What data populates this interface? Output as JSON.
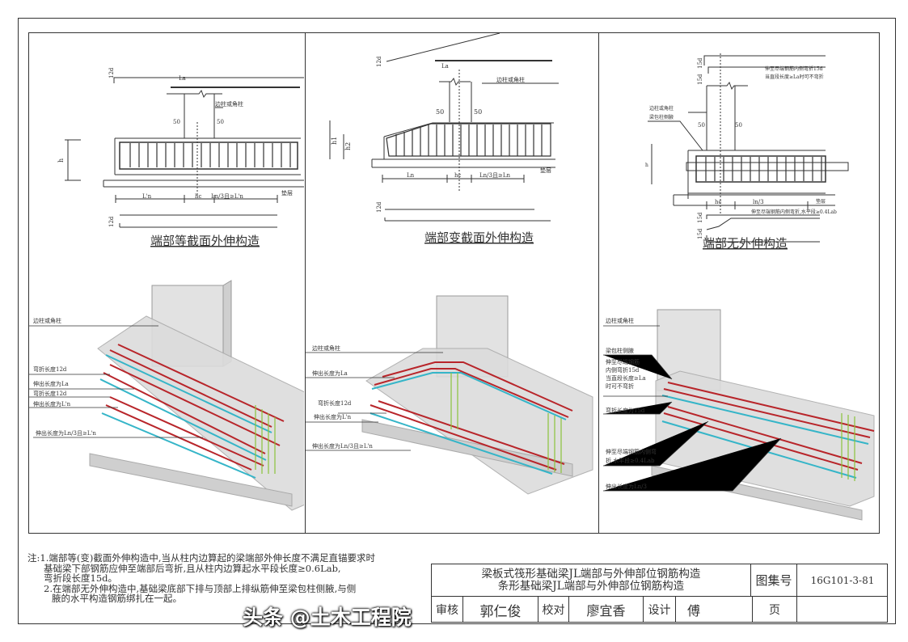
{
  "panels": [
    {
      "caption": "端部等截面外伸构造",
      "labels": {
        "dim_top": "12d",
        "dim_bottom": "12d",
        "la": "La",
        "column": "边柱或角柱",
        "fifty_l": "50",
        "fifty_r": "50",
        "h": "h",
        "span1": "L'n",
        "span2": "hc",
        "span3": "Ln/3且≥L'n",
        "cushion": "垫层"
      },
      "iso_labels": [
        "边柱或角柱",
        "弯折长度12d",
        "伸出长度为La",
        "弯折长度12d",
        "伸出长度为L'n",
        "伸出长度为Ln/3且≥L'n"
      ]
    },
    {
      "caption": "端部变截面外伸构造",
      "labels": {
        "dim_top": "12d",
        "dim_bottom": "12d",
        "la": "La",
        "column": "边柱或角柱",
        "fifty_l": "50",
        "fifty_r": "50",
        "h1": "h1",
        "h2": "h2",
        "span1": "Ln",
        "span2": "hc",
        "span3": "Ln/3且≥Ln",
        "cushion": "垫层"
      },
      "iso_labels": [
        "边柱或角柱",
        "伸出长度为La",
        "弯折长度12d",
        "伸出长度为L'n",
        "伸出长度为Ln/3且≥L'n"
      ]
    },
    {
      "caption": "端部无外伸构造",
      "labels": {
        "dim_top1": "15d",
        "dim_top2": "15d",
        "dim_bot1": "15d",
        "dim_bot2": "15d",
        "top_note1": "伸至尽端钢筋内侧弯折15d",
        "top_note2": "当直段长度≥La时可不弯折",
        "column": "边柱或角柱",
        "wrap": "梁包柱侧腋",
        "fifty_l": "50",
        "fifty_r": "50",
        "h": "h",
        "span1": "hc",
        "span2": "ln/3",
        "cushion": "垫层",
        "bot_note": "伸至尽端钢筋内侧弯折,水平段≥0.4Lab"
      },
      "iso_labels": [
        "边柱或角柱",
        "梁包柱侧腋",
        "伸至尽端钢筋",
        "内侧弯折15d",
        "当直段长度≥La",
        "时可不弯折",
        "弯折长度为15d",
        "伸至尽端钢筋内侧弯",
        "折,水平段≥0.4Lab",
        "伸出长度为Ln/3"
      ]
    }
  ],
  "notes": [
    "注:1.端部等(变)截面外伸构造中,当从柱内边算起的梁端部外伸长度不满足直锚要求时",
    "基础梁下部钢筋应伸至端部后弯折,且从柱内边算起水平段长度≥0.6Lab,",
    "弯折段长度15d。",
    "2.在端部无外伸构造中,基础梁底部下排与顶部上排纵筋伸至梁包柱侧腋,与侧",
    "腋的水平构造钢筋绑扎在一起。"
  ],
  "title_block": {
    "title_line1": "梁板式筏形基础梁JL端部与外伸部位钢筋构造",
    "title_line2": "条形基础梁JL端部与外伸部位钢筋构造",
    "atlas_label": "图集号",
    "atlas_no": "16G101-3-81",
    "review_label": "审核",
    "review_name": "郭仁俊",
    "check_label": "校对",
    "check_name": "廖宜香",
    "design_label": "设计",
    "design_name": "傅",
    "page_label": "页"
  },
  "watermark": "头条 @土木工程院",
  "colors": {
    "rebar_red": "#b8252a",
    "rebar_cyan": "#35b5c8",
    "stirrup_green": "#8ac43a",
    "concrete": "#d9d9d9"
  }
}
